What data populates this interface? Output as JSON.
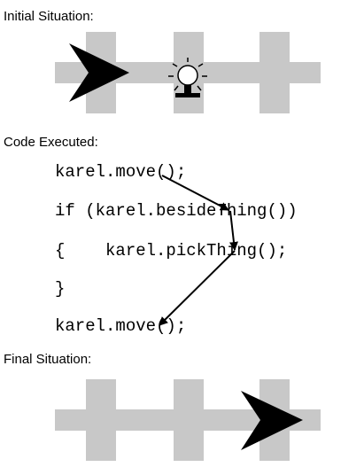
{
  "headings": {
    "initial": "Initial Situation:",
    "code": "Code Executed:",
    "final": "Final Situation:"
  },
  "code_lines": [
    "karel.move();",
    "if (karel.besideThing())",
    "{    karel.pickThing();",
    "}",
    "karel.move();"
  ],
  "colors": {
    "street": "#c8c8c8",
    "robot": "#000000",
    "thing": "#ffffff",
    "arrow": "#000000"
  },
  "icons": {
    "robot": "karel-robot-arrow-icon",
    "thing": "light-bulb-thing-icon"
  },
  "initial_world": {
    "robot_avenue": 1,
    "robot_facing": "east",
    "thing_avenue": 2
  },
  "final_world": {
    "robot_avenue": 3,
    "robot_facing": "east",
    "thing_avenue": null
  }
}
